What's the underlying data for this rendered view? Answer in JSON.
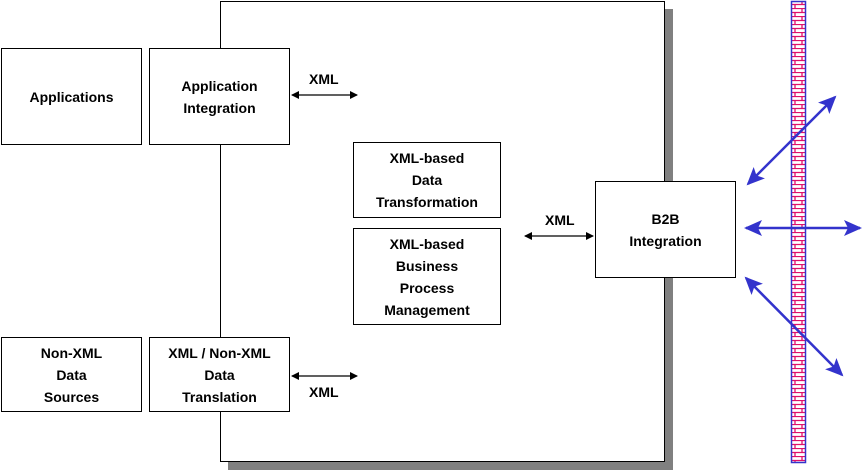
{
  "diagram": {
    "boxes": {
      "applications": "Applications",
      "application_integration": "Application\nIntegration",
      "non_xml_sources": "Non-XML\nData\nSources",
      "xml_translation": "XML / Non-XML\nData\nTranslation",
      "xml_transformation": "XML-based\nData\nTransformation",
      "xml_bpm": "XML-based\nBusiness\nProcess\nManagement",
      "b2b_integration": "B2B\nIntegration"
    },
    "connector_labels": {
      "top": "XML",
      "bottom": "XML",
      "middle": "XML"
    },
    "colors": {
      "external_arrows": "#3333cc",
      "firewall_brick": "#e0106a",
      "firewall_border": "#3333cc",
      "shadow": "#808080"
    }
  }
}
